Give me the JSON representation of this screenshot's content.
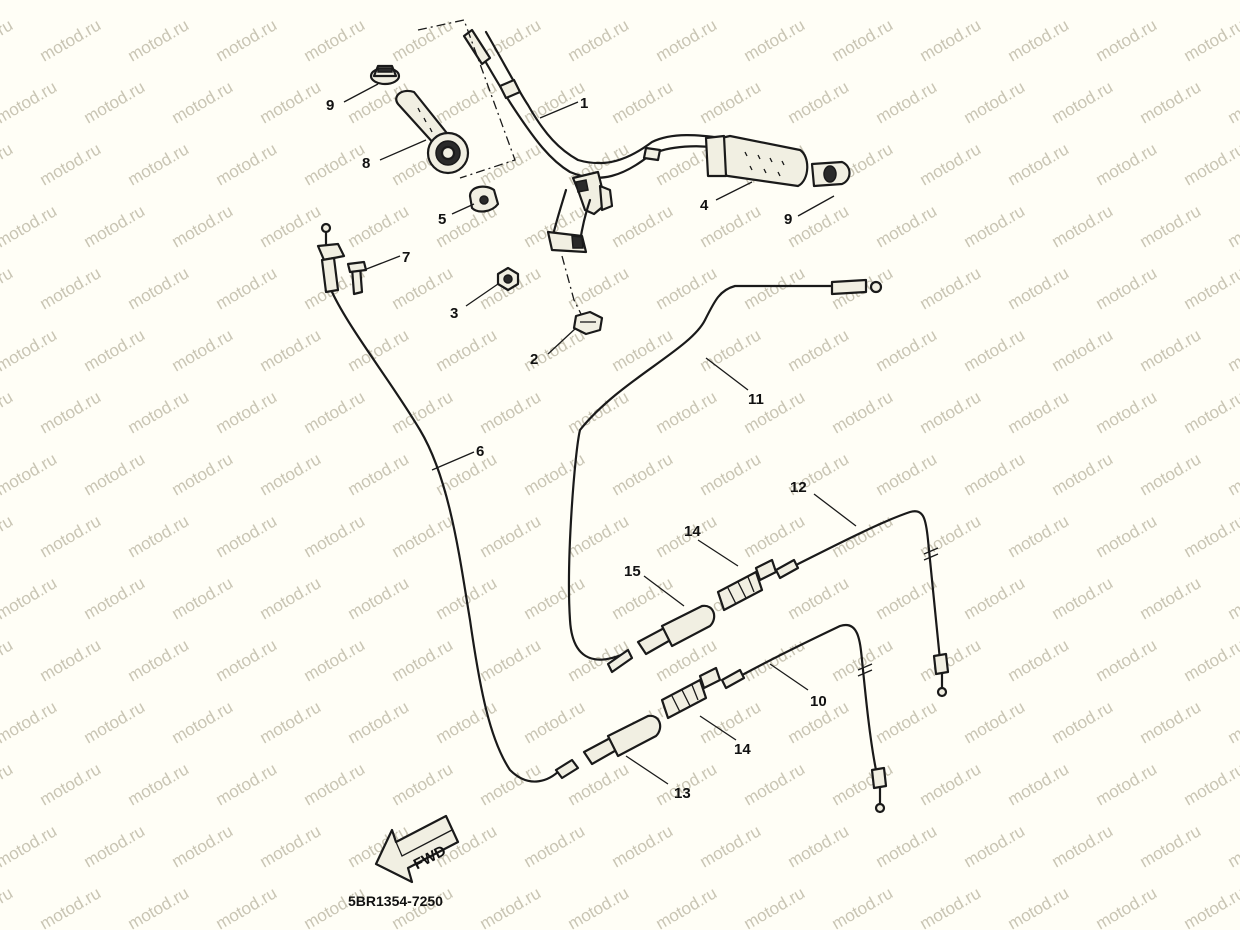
{
  "watermark": "motod.ru",
  "diagram_code": "5BR1354-7250",
  "direction_label": "FWD",
  "callouts": {
    "c1": "1",
    "c2": "2",
    "c3": "3",
    "c4": "4",
    "c5": "5",
    "c6": "6",
    "c7": "7",
    "c8": "8",
    "c9a": "9",
    "c9b": "9",
    "c10": "10",
    "c11": "11",
    "c12": "12",
    "c13": "13",
    "c14a": "14",
    "c14b": "14",
    "c15": "15"
  },
  "colors": {
    "ink": "#1a1a1a",
    "paper": "#fffef6",
    "watermark": "#c9c5b4"
  }
}
